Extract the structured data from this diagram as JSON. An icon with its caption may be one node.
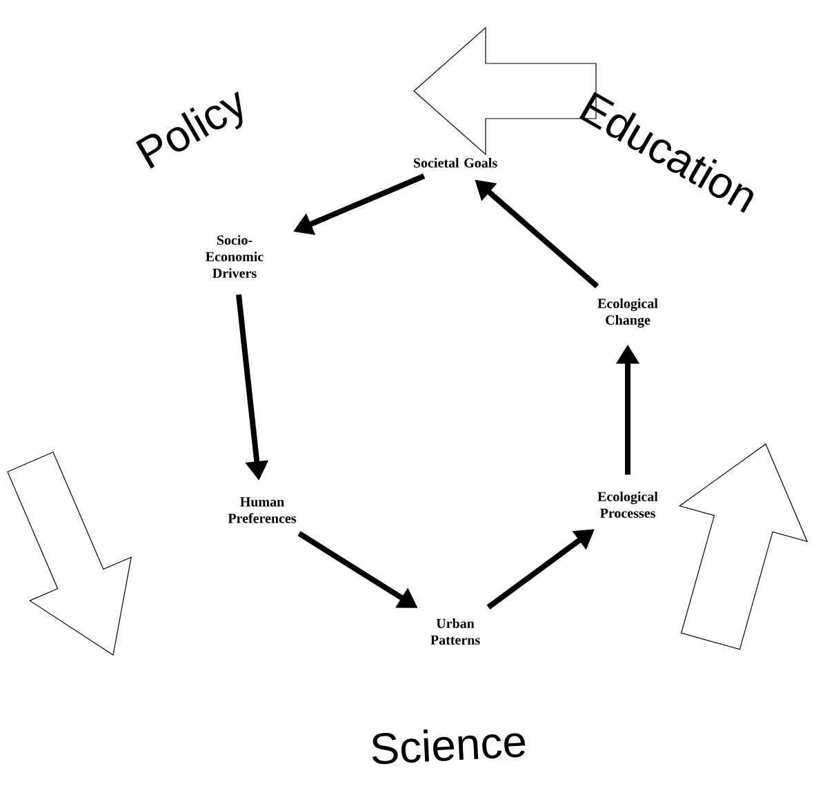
{
  "diagram": {
    "nodes": [
      {
        "text": [
          "Societal Goals"
        ]
      },
      {
        "text": [
          "Socio-Economic Drivers"
        ]
      },
      {
        "text": [
          "Human Preferences"
        ]
      },
      {
        "text": [
          "Urban Patterns"
        ]
      },
      {
        "text": [
          "Ecological Processes"
        ]
      },
      {
        "text": [
          "Ecological Change"
        ]
      }
    ],
    "edges": [
      {
        "from": 0,
        "to": 1,
        "arrow": "to"
      },
      {
        "from": 1,
        "to": 2,
        "arrow": "to"
      },
      {
        "from": 2,
        "to": 3,
        "arrow": "to"
      },
      {
        "from": 3,
        "to": 4,
        "arrow": "to"
      },
      {
        "from": 4,
        "to": 5,
        "arrow": "to"
      },
      {
        "from": 5,
        "to": 0,
        "arrow": "to"
      }
    ],
    "labels": [
      "Policy",
      "Education",
      "Science"
    ]
  }
}
